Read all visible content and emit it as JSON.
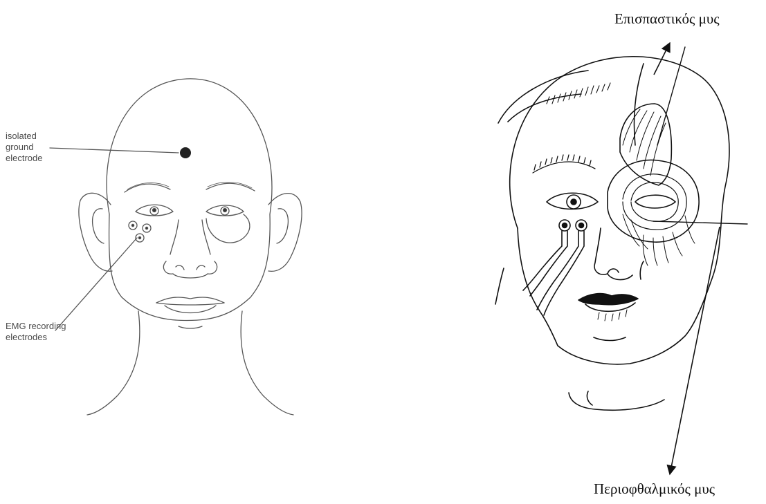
{
  "left_figure": {
    "labels": {
      "ground": [
        "isolated",
        "ground",
        "electrode"
      ],
      "emg": [
        "EMG recording",
        "electrodes"
      ]
    }
  },
  "right_figure": {
    "labels": {
      "top_muscle": "Επισπαστικός μυς",
      "bottom_muscle": "Περιοφθαλμικός μυς"
    }
  },
  "colors": {
    "line_left": "#555555",
    "line_right": "#111111",
    "background": "#ffffff"
  }
}
